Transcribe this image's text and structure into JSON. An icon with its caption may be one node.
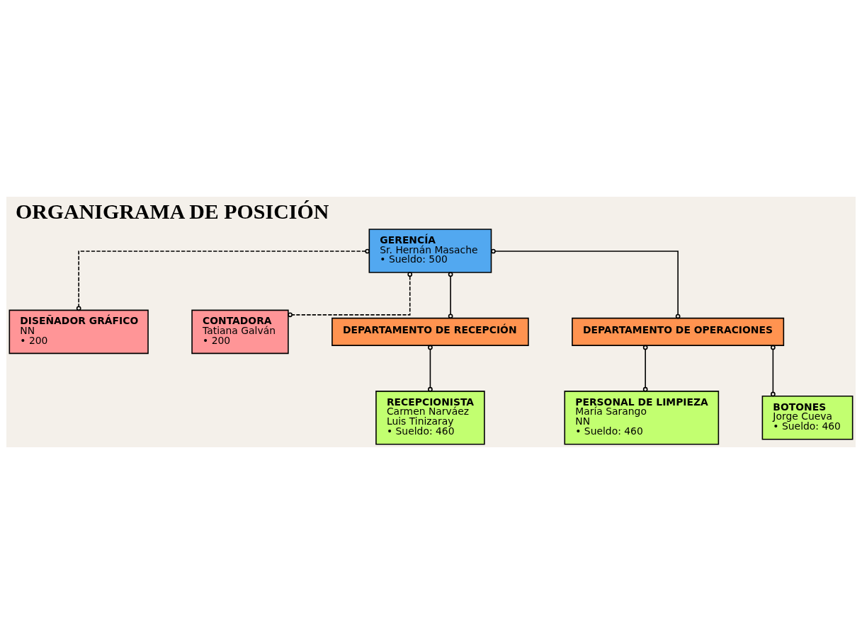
{
  "diagram": {
    "title": "ORGANIGRAMA DE POSICIÓN",
    "nodes": [
      {
        "text": [
          "GERENCÍA",
          "Sr. Hernán Masache",
          "• Sueldo: 500"
        ]
      },
      {
        "text": [
          "DISEÑADOR GRÁFICO",
          "NN",
          "• 200"
        ]
      },
      {
        "text": [
          "CONTADORA",
          "Tatiana Galván",
          "• 200"
        ]
      },
      {
        "text": [
          "DEPARTAMENTO DE RECEPCIÓN"
        ]
      },
      {
        "text": [
          "DEPARTAMENTO DE OPERACIONES"
        ]
      },
      {
        "text": [
          "RECEPCIONISTA",
          "Carmen Narváez",
          "Luis Tinizaray",
          "• Sueldo: 460"
        ]
      },
      {
        "text": [
          "PERSONAL DE LIMPIEZA",
          "María Sarango",
          "NN",
          "• Sueldo: 460"
        ]
      },
      {
        "text": [
          "BOTONES",
          "Jorge Cueva",
          "• Sueldo: 460"
        ]
      }
    ],
    "edges": [
      {
        "from": 0,
        "to": 1,
        "arrow": "other",
        "style": "dashed"
      },
      {
        "from": 0,
        "to": 2,
        "arrow": "other",
        "style": "dashed"
      },
      {
        "from": 0,
        "to": 3,
        "arrow": "other"
      },
      {
        "from": 0,
        "to": 4,
        "arrow": "other"
      },
      {
        "from": 3,
        "to": 5,
        "arrow": "other"
      },
      {
        "from": 4,
        "to": 6,
        "arrow": "other"
      },
      {
        "from": 4,
        "to": 7,
        "arrow": "other"
      }
    ]
  }
}
